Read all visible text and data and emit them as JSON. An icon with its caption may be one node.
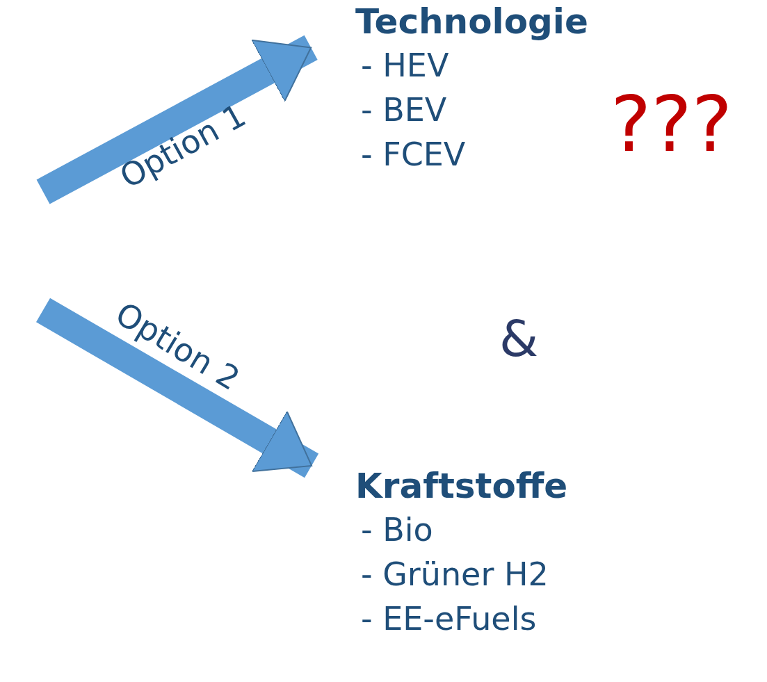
{
  "diagram": {
    "nodes": [
      {
        "text": [
          "Technologie",
          "- HEV",
          "- BEV",
          "- FCEV"
        ]
      },
      {
        "text": [
          "Kraftstoffe",
          "- Bio",
          "- Grüner H2",
          "- EE-eFuels"
        ]
      }
    ],
    "edges": [
      {
        "from": null,
        "to": 0,
        "arrow": "to",
        "label": "Option 1"
      },
      {
        "from": null,
        "to": 1,
        "arrow": "to",
        "label": "Option 2"
      }
    ],
    "labels": [
      "???",
      "&"
    ]
  }
}
